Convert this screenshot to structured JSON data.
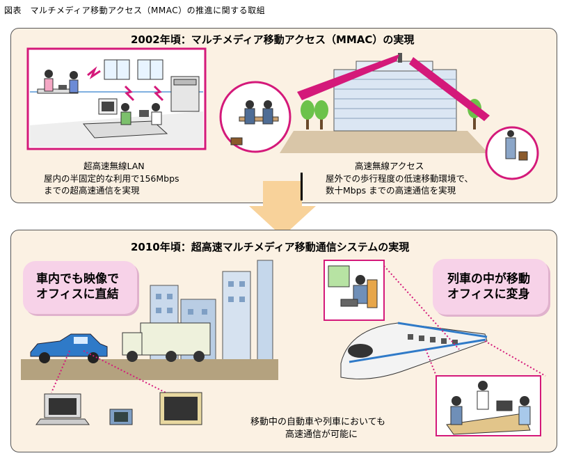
{
  "caption": "図表　マルチメディア移動アクセス（MMAC）の推進に関する取組",
  "top_panel": {
    "title": "2002年頃：マルチメディア移動アクセス（MMAC）の実現",
    "left_label": "超高速無線LAN",
    "left_desc_1": "屋内の半固定的な利用で156Mbps",
    "left_desc_2": "までの超高速通信を実現",
    "right_label": "高速無線アクセス",
    "right_desc_1": "屋外での歩行程度の低速移動環境で、",
    "right_desc_2": "数十Mbps までの高速通信を実現"
  },
  "bottom_panel": {
    "title": "2010年頃：超高速マルチメディア移動通信システムの実現",
    "bubble_left_1": "車内でも映像で",
    "bubble_left_2": "オフィスに直結",
    "bubble_right_1": "列車の中が移動",
    "bubble_right_2": "オフィスに変身",
    "bottom_note_1": "移動中の自動車や列車においても",
    "bottom_note_2": "高速通信が可能に"
  },
  "colors": {
    "panel_bg": "#fbf1e3",
    "accent_magenta": "#d4197a",
    "arrow": "#f8d29a",
    "bubble": "#f7d2e8"
  }
}
